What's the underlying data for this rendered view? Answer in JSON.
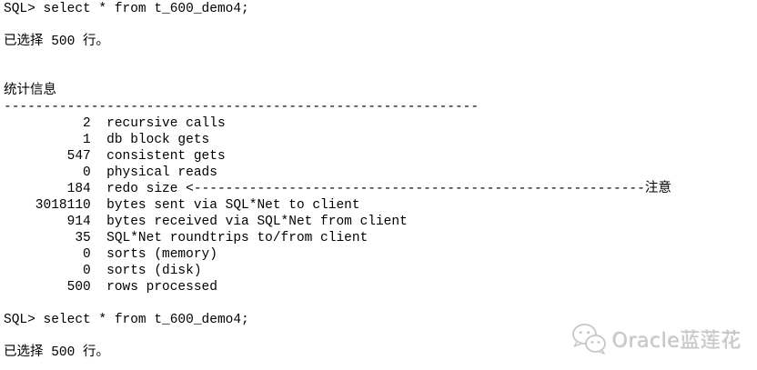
{
  "terminal": {
    "prompt": "SQL>",
    "query": "select * from t_600_demo4;",
    "rows_selected_message": "已选择 500 行。",
    "lines": [
      "SQL> select * from t_600_demo4;",
      "",
      "已选择 500 行。",
      "",
      "",
      "统计信息",
      "------------------------------------------------------------",
      "          2  recursive calls",
      "          1  db block gets",
      "        547  consistent gets",
      "          0  physical reads",
      "        184  redo size <---------------------------------------------------------注意",
      "    3018110  bytes sent via SQL*Net to client",
      "        914  bytes received via SQL*Net from client",
      "         35  SQL*Net roundtrips to/from client",
      "          0  sorts (memory)",
      "          0  sorts (disk)",
      "        500  rows processed",
      "",
      "SQL> select * from t_600_demo4;",
      "",
      "已选择 500 行。"
    ]
  },
  "statistics": {
    "header": "统计信息",
    "rows": [
      {
        "value": "2",
        "name": "recursive calls"
      },
      {
        "value": "1",
        "name": "db block gets"
      },
      {
        "value": "547",
        "name": "consistent gets"
      },
      {
        "value": "0",
        "name": "physical reads"
      },
      {
        "value": "184",
        "name": "redo size",
        "annotation": "注意"
      },
      {
        "value": "3018110",
        "name": "bytes sent via SQL*Net to client"
      },
      {
        "value": "914",
        "name": "bytes received via SQL*Net from client"
      },
      {
        "value": "35",
        "name": "SQL*Net roundtrips to/from client"
      },
      {
        "value": "0",
        "name": "sorts (memory)"
      },
      {
        "value": "0",
        "name": "sorts (disk)"
      },
      {
        "value": "500",
        "name": "rows processed"
      }
    ]
  },
  "watermark": {
    "label": "Oracle蓝莲花",
    "icon": "wechat-icon",
    "text_color": "#c6c6c6"
  },
  "colors": {
    "background": "#ffffff",
    "terminal_text": "#000000",
    "watermark": "#c6c6c6"
  }
}
